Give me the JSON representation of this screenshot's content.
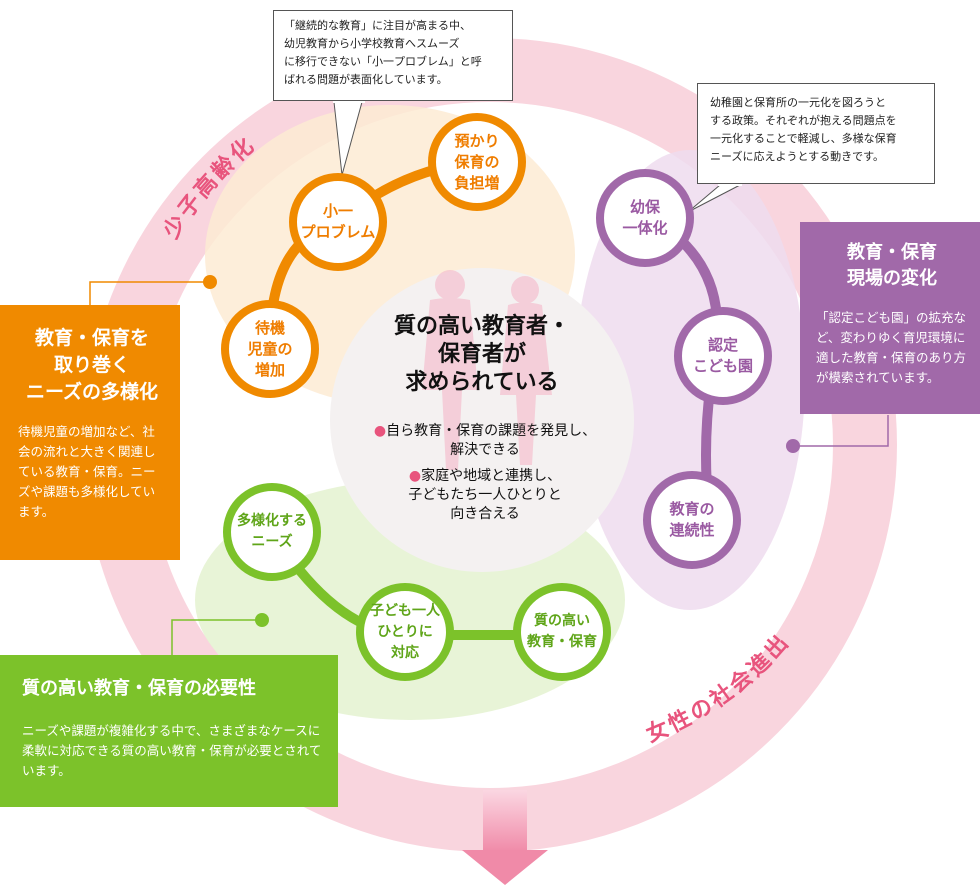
{
  "ring_labels": {
    "top": "少子高齢化",
    "bottom": "女性の社会進出"
  },
  "center": {
    "title": "質の高い教育者・\n保育者が\n求められている",
    "bullets": [
      "自ら教育・保育の課題を発見し、\n解決できる",
      "家庭や地域と連携し、\n子どもたち一人ひとりと\n向き合える"
    ],
    "bullet_mark": "●"
  },
  "orange_group": {
    "nodes": [
      "待機\n児童の\n増加",
      "小一\nプロブレム",
      "預かり\n保育の\n負担増"
    ],
    "callout": "「継続的な教育」に注目が高まる中、\n幼児教育から小学校教育へスムーズ\nに移行できない「小一プロブレム」と呼\nばれる問題が表面化しています。",
    "box": {
      "title": "教育・保育を\n取り巻く\nニーズの多様化",
      "desc": "待機児童の増加など、社会の流れと大きく関連している教育・保育。ニーズや課題も多様化しています。"
    }
  },
  "purple_group": {
    "nodes": [
      "幼保\n一体化",
      "認定\nこども園",
      "教育の\n連続性"
    ],
    "callout": "幼稚園と保育所の一元化を図ろうと\nする政策。それぞれが抱える問題点を\n一元化することで軽減し、多様な保育\nニーズに応えようとする動きです。",
    "box": {
      "title": "教育・保育\n現場の変化",
      "desc": "「認定こども園」の拡充など、変わりゆく育児環境に適した教育・保育のあり方が模索されています。"
    }
  },
  "green_group": {
    "nodes": [
      "多様化する\nニーズ",
      "子ども一人\nひとりに\n対応",
      "質の高い\n教育・保育"
    ],
    "box": {
      "title": "質の高い教育・保育の必要性",
      "desc": "ニーズや課題が複雑化する中で、さまざまなケースに柔軟に対応できる質の高い教育・保育が必要とされています。"
    }
  },
  "colors": {
    "ring": "#f7cfd9",
    "orange": "#f08a00",
    "purple": "#a169a9",
    "green": "#7cc22a",
    "pink_text": "#e8547d"
  }
}
